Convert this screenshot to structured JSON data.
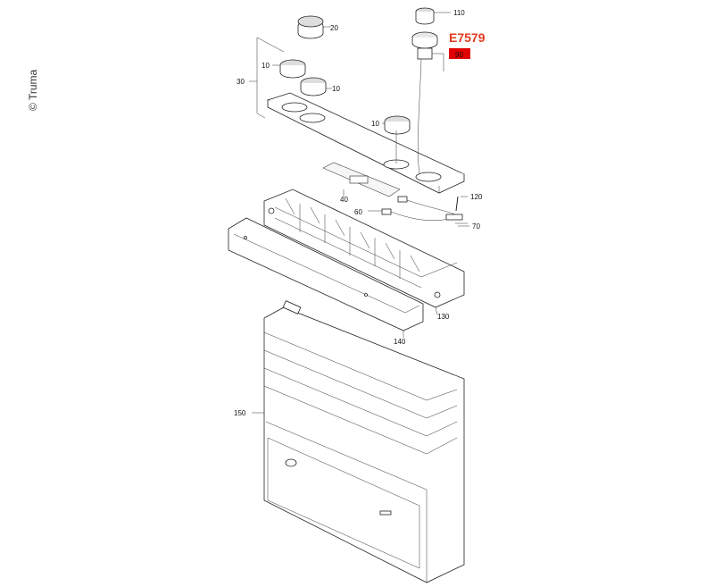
{
  "copyright": "© Truma",
  "highlight": {
    "code": "E7579",
    "badge": "90",
    "badge_color": "#e00000",
    "code_color": "#e23b1e"
  },
  "labels": {
    "p110": "110",
    "p20": "20",
    "p10a": "10",
    "p10b": "10",
    "p10c": "10",
    "p30": "30",
    "p40": "40",
    "p60": "60",
    "p120": "120",
    "p70": "70",
    "p130": "130",
    "p140": "140",
    "p150": "150"
  }
}
